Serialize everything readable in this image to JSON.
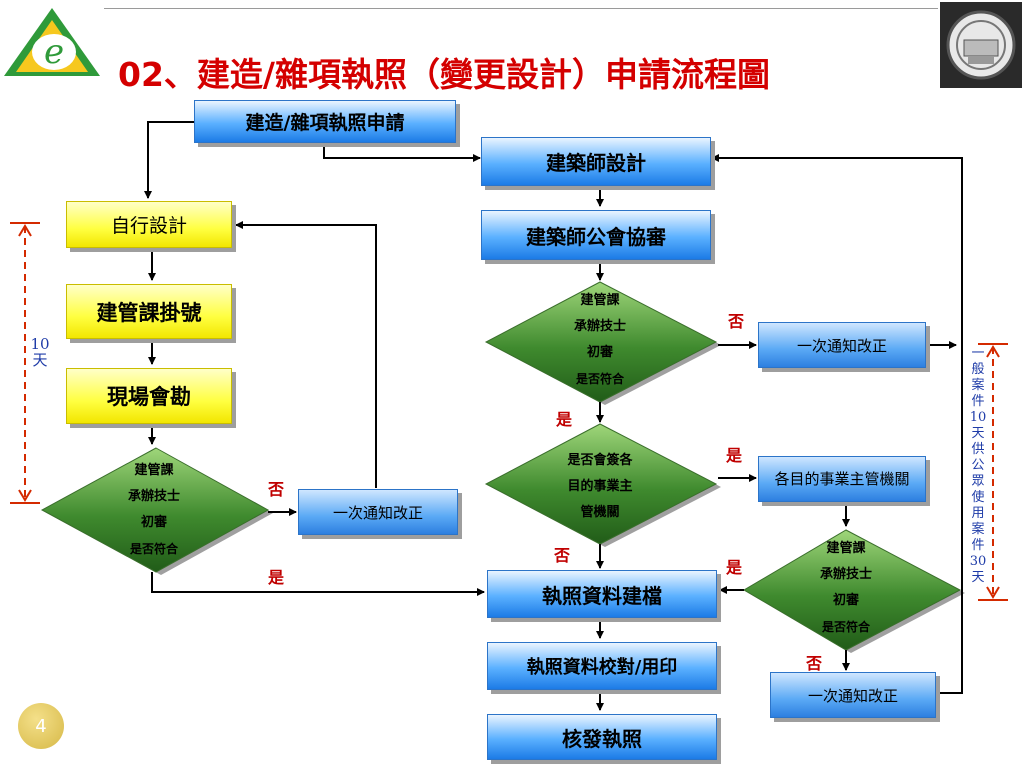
{
  "title": "02、建造/雜項執照（變更設計）申請流程圖",
  "page_number": "4",
  "nodes": {
    "start": "建造/雜項執照申請",
    "self_design": "自行設計",
    "register": "建管課掛號",
    "survey": "現場會勘",
    "architect_design": "建築師設計",
    "guild_review": "建築師公會協審",
    "notify_left": "一次通知改正",
    "notify_right_1": "一次通知改正",
    "notify_right_2": "一次通知改正",
    "authority": "各目的事業主管機關",
    "archive": "執照資料建檔",
    "proofread": "執照資料校對/用印",
    "issue": "核發執照"
  },
  "diamonds": {
    "left": [
      "建管課",
      "承辦技士",
      "初審",
      "是否符合"
    ],
    "top": [
      "建管課",
      "承辦技士",
      "初審",
      "是否符合"
    ],
    "middle": [
      "是否會簽各",
      "目的事業主",
      "管機關"
    ],
    "right": [
      "建管課",
      "承辦技士",
      "初審",
      "是否符合"
    ]
  },
  "labels": {
    "no": "否",
    "yes": "是"
  },
  "timing": {
    "left": [
      "10",
      "天"
    ],
    "right": [
      "一",
      "般",
      "案",
      "件",
      "10",
      "天",
      "供",
      "公",
      "眾",
      "使",
      "用",
      "案",
      "件",
      "30",
      "天"
    ]
  },
  "colors": {
    "title": "#d40000",
    "label": "#c00000",
    "timing_marker": "#d42a00",
    "timing_text": "#1f3ca8",
    "diamond": "#2f7a26"
  }
}
